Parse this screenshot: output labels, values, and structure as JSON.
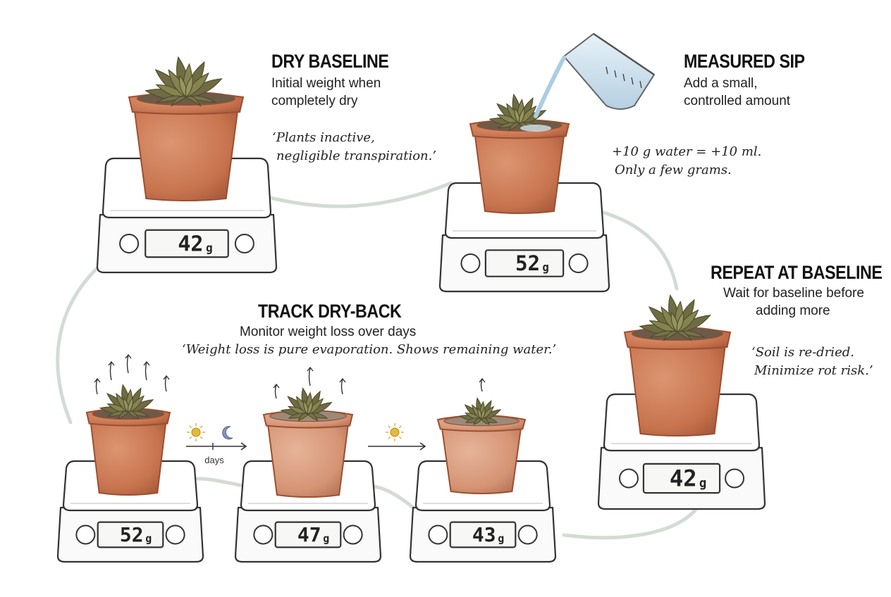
{
  "steps": {
    "dry_baseline": {
      "title": "DRY BASELINE",
      "desc_line1": "Initial weight when",
      "desc_line2": "completely dry",
      "note_line1": "‘Plants inactive,",
      "note_line2": "negligible transpiration.’"
    },
    "measured_sip": {
      "title": "MEASURED SIP",
      "desc_line1": "Add a small,",
      "desc_line2": "controlled amount",
      "note_line1": "+10 g water = +10 ml.",
      "note_line2": "Only a few grams."
    },
    "repeat": {
      "title": "REPEAT AT BASELINE",
      "desc_line1": "Wait for baseline before",
      "desc_line2": "adding more",
      "note_line1": "‘Soil is re-dried.",
      "note_line2": "Minimize rot risk.’"
    },
    "track": {
      "title": "TRACK DRY-BACK",
      "desc": "Monitor weight loss over days",
      "note": "‘Weight loss is pure evaporation. Shows remaining water.’"
    }
  },
  "scales": {
    "dry": {
      "value": "42",
      "unit": "g"
    },
    "sip": {
      "value": "52",
      "unit": "g"
    },
    "repeat": {
      "value": "42",
      "unit": "g"
    },
    "track1": {
      "value": "52",
      "unit": "g"
    },
    "track2": {
      "value": "47",
      "unit": "g"
    },
    "track3": {
      "value": "43",
      "unit": "g"
    }
  },
  "timeline_label": "days",
  "colors": {
    "terracotta": "#cc7a55",
    "terracotta_dark": "#9c4f31",
    "succulent": "#7d7a4e",
    "soil": "#6e5a48",
    "scale_line": "#333333",
    "water": "#bcd6e6",
    "sun": "#e8b83a",
    "moon": "#8a93b8"
  },
  "icons": [
    "sun-icon",
    "moon-icon",
    "measuring-cup-icon",
    "evaporation-arrow-icon"
  ]
}
